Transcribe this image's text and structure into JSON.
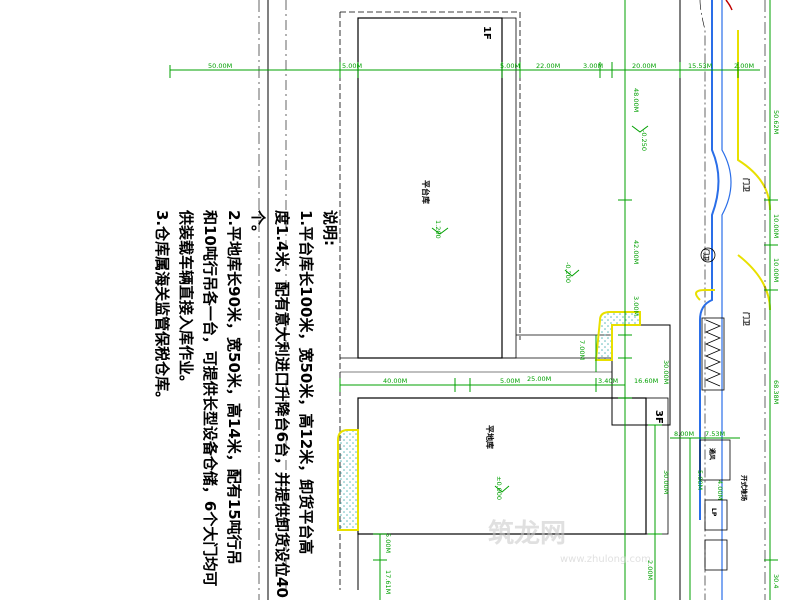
{
  "notes": {
    "heading": "说明:",
    "line1": "1.平台库长100米，宽50米，高12米，卸货平台高",
    "line2": "度1.4米，配有意大利进口升降台6台，并提供卸货设位40",
    "line3": "个。",
    "line4": "2.平地库长90米，宽50米，高14米，配有15吨行吊",
    "line5": "和10吨行吊各一台，可提供长型设备仓储，6个大门均可",
    "line6": "供装载车辆直接入库作业。",
    "line7": "3.仓库属海关监管保税仓库。"
  },
  "buildings": {
    "platform_warehouse": "平台库",
    "flat_warehouse": "平地库",
    "floor_1f": "1F",
    "floor_3f": "3F",
    "elev_platform": "1.200",
    "elev_flat": "±0.000",
    "elev_yard1": "-0.250",
    "elev_yard2": "-0.200"
  },
  "dims": {
    "d50": "50.00M",
    "d5a": "5.00M",
    "d5b": "5.00M",
    "d22": "22.00M",
    "d3": "3.00M",
    "d20": "20.00M",
    "d1553": "15.53M",
    "d2": "2.00M",
    "d48": "48.00M",
    "d42": "42.00M",
    "d3b": "3.00M",
    "d7": "7.00M",
    "d40": "40.00M",
    "d5c": "5.00M",
    "d25": "25.00M",
    "d340": "3.40M",
    "d1660": "16.60M",
    "d30a": "30.00M",
    "d30b": "30.00M",
    "d8": "8.00M",
    "d753": "7.53M",
    "d5d": "5.00M",
    "d4": "4.00M",
    "d5e": "5.00M",
    "d1761": "17.61M",
    "d_b": "2.00M",
    "r5062": "50.62M",
    "r10a": "10.00M",
    "r10b": "10.00M",
    "r6838": "68.38M",
    "r304": "30.4"
  },
  "labels": {
    "gate1": "门卫",
    "gate2": "门卫",
    "guard": "门卫",
    "open_yard": "开式堆场",
    "sub1": "通风",
    "sub2": "LP",
    "watermark": "筑龙网",
    "watermark_url": "www.zhulong.com"
  },
  "colors": {
    "dim_green": "#00a000",
    "road_blue": "#2a6ee8",
    "yellow": "#e8e000",
    "hatch": "#7fd9d9",
    "red": "#c00000",
    "cyan": "#00b8c8"
  }
}
